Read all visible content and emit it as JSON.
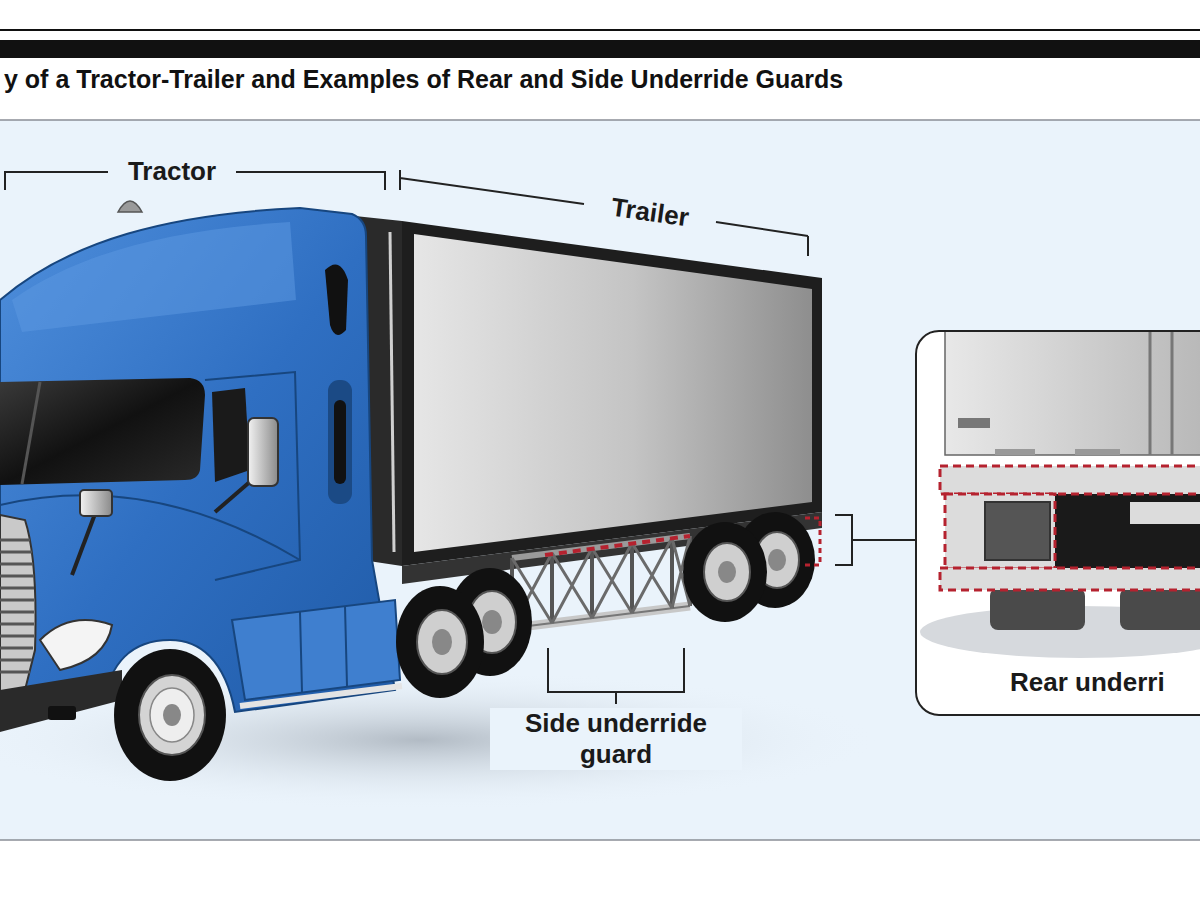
{
  "diagram": {
    "title": "y of a Tractor-Trailer and Examples of Rear and Side Underride Guards",
    "nodes": [
      {
        "text": [
          "Rear underri"
        ]
      }
    ],
    "labels": [
      "Tractor",
      "Trailer",
      "Side underride guard"
    ]
  }
}
